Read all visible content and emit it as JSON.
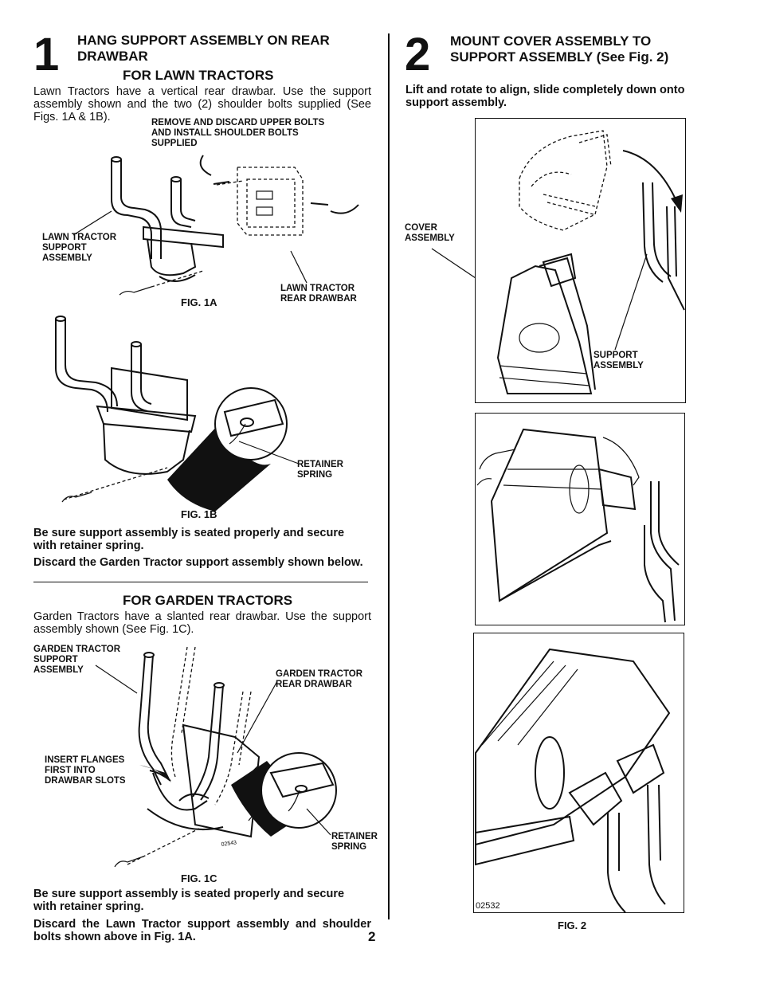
{
  "step1": {
    "number": "1",
    "title_line1": "HANG SUPPORT ASSEMBLY ON REAR",
    "title_line2": "DRAWBAR",
    "lawn_heading": "FOR LAWN TRACTORS",
    "lawn_intro_line1": "Lawn Tractors have a vertical rear drawbar. Use the support",
    "lawn_intro_line2": "assembly shown and the two (2) shoulder bolts supplied (See",
    "lawn_intro_line3": "Figs. 1A & 1B).",
    "callout_remove_line1": "REMOVE AND DISCARD UPPER BOLTS",
    "callout_remove_line2": "AND INSTALL SHOULDER BOLTS",
    "callout_remove_line3": "SUPPLIED",
    "callout_lawn_support_line1": "LAWN TRACTOR",
    "callout_lawn_support_line2": "SUPPORT",
    "callout_lawn_support_line3": "ASSEMBLY",
    "callout_lawn_drawbar_line1": "LAWN TRACTOR",
    "callout_lawn_drawbar_line2": "REAR DRAWBAR",
    "fig1a": "FIG. 1A",
    "callout_retainer_line1": "RETAINER",
    "callout_retainer_line2": "SPRING",
    "fig1b": "FIG. 1B",
    "seat_note_line1": "Be sure support assembly is seated properly and secure",
    "seat_note_line2": "with retainer spring.",
    "discard_garden": "Discard the Garden Tractor support assembly shown below.",
    "garden_heading": "FOR GARDEN TRACTORS",
    "garden_intro_line1": "Garden Tractors have a slanted rear drawbar. Use the support",
    "garden_intro_line2": "assembly shown (See Fig. 1C).",
    "callout_garden_support_line1": "GARDEN TRACTOR",
    "callout_garden_support_line2": "SUPPORT",
    "callout_garden_support_line3": "ASSEMBLY",
    "callout_garden_drawbar_line1": "GARDEN TRACTOR",
    "callout_garden_drawbar_line2": "REAR DRAWBAR",
    "callout_flanges_line1": "INSERT FLANGES",
    "callout_flanges_line2": "FIRST INTO",
    "callout_flanges_line3": "DRAWBAR SLOTS",
    "callout_retainer2_line1": "RETAINER",
    "callout_retainer2_line2": "SPRING",
    "fig1c_code": "02543",
    "fig1c": "FIG. 1C",
    "seat_note2_line1": "Be sure support assembly is seated properly and secure",
    "seat_note2_line2": "with retainer spring.",
    "discard_lawn_line1": "Discard the Lawn Tractor support assembly and shoulder",
    "discard_lawn_line2": "bolts shown above in Fig. 1A."
  },
  "step2": {
    "number": "2",
    "title_line1": "MOUNT COVER ASSEMBLY TO",
    "title_line2": "SUPPORT ASSEMBLY (See Fig. 2)",
    "instruction_line1": "Lift and rotate to align, slide completely down onto",
    "instruction_line2": "support assembly.",
    "callout_cover_line1": "COVER",
    "callout_cover_line2": "ASSEMBLY",
    "callout_support_line1": "SUPPORT",
    "callout_support_line2": "ASSEMBLY",
    "fig2_code": "02532",
    "fig2": "FIG. 2"
  },
  "page_number": "2"
}
